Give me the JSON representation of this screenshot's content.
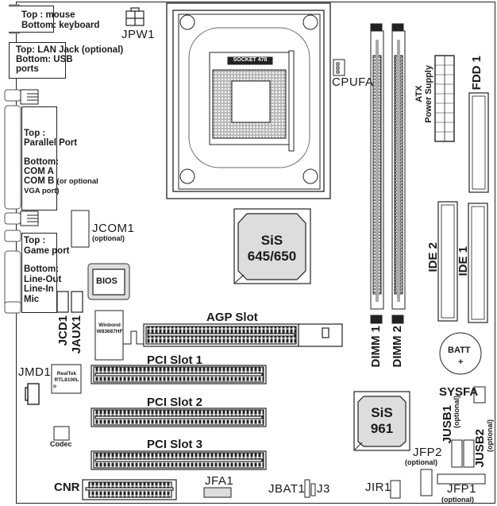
{
  "title": "Motherboard layout diagram",
  "ports": {
    "ps2": {
      "line1": "Top : mouse",
      "line2": "Bottom: keyboard"
    },
    "lan_usb": {
      "line1": "Top: LAN Jack (optional)",
      "line2": "Bottom: USB",
      "line3": "ports"
    },
    "parallel_com": {
      "line1": "Top :",
      "line2": "Parallel Port",
      "line3": "Bottom:",
      "line4": "COM A",
      "line5": "COM B",
      "line5_note": "(or optional",
      "line6": "VGA port)"
    },
    "game_audio": {
      "line1": "Top :",
      "line2": "Game port",
      "line3": "Bottom:",
      "line4": "Line-Out",
      "line5": "Line-In",
      "line6": "Mic"
    }
  },
  "connectors": {
    "jpw1": "JPW1",
    "cpufa": "CPUFA",
    "atx_power": {
      "line1": "ATX",
      "line2": "Power Supply"
    },
    "fdd1": "FDD 1",
    "ide1": "IDE 1",
    "ide2": "IDE 2",
    "dimm1": "DIMM 1",
    "dimm2": "DIMM 2",
    "jcom1": "JCOM1",
    "jcom1_note": "(optional)",
    "jcd1": "JCD1",
    "jaux1": "JAUX1",
    "jmd1": "JMD1",
    "batt": "BATT",
    "batt_plus": "+",
    "sysfa": "SYSFA",
    "jusb1": "JUSB1",
    "jusb1_note": "(optional)",
    "jusb2": "JUSB2",
    "jusb2_note": "(optional)",
    "jfp2": "JFP2",
    "jfp2_note": "(optional)",
    "jfp1": "JFP1",
    "jfp1_note": "(optional)",
    "jir1": "JIR1",
    "jbat1": "JBAT1",
    "j3": "J3",
    "jfa1": "JFA1",
    "cnr": "CNR",
    "codec": "Codec"
  },
  "chips": {
    "socket": "SOCKET 478",
    "northbridge": {
      "line1": "SiS",
      "line2": "645/650"
    },
    "southbridge": {
      "line1": "SiS",
      "line2": "961"
    },
    "bios": "BIOS",
    "superio": {
      "line1": "Winbond",
      "line2": "W83687HF"
    },
    "lan": {
      "line1": "RealTek",
      "line2": "RTL8100L",
      "line3": "o"
    }
  },
  "slots": {
    "agp": "AGP Slot",
    "pci1": "PCI Slot 1",
    "pci2": "PCI Slot 2",
    "pci3": "PCI Slot 3"
  }
}
